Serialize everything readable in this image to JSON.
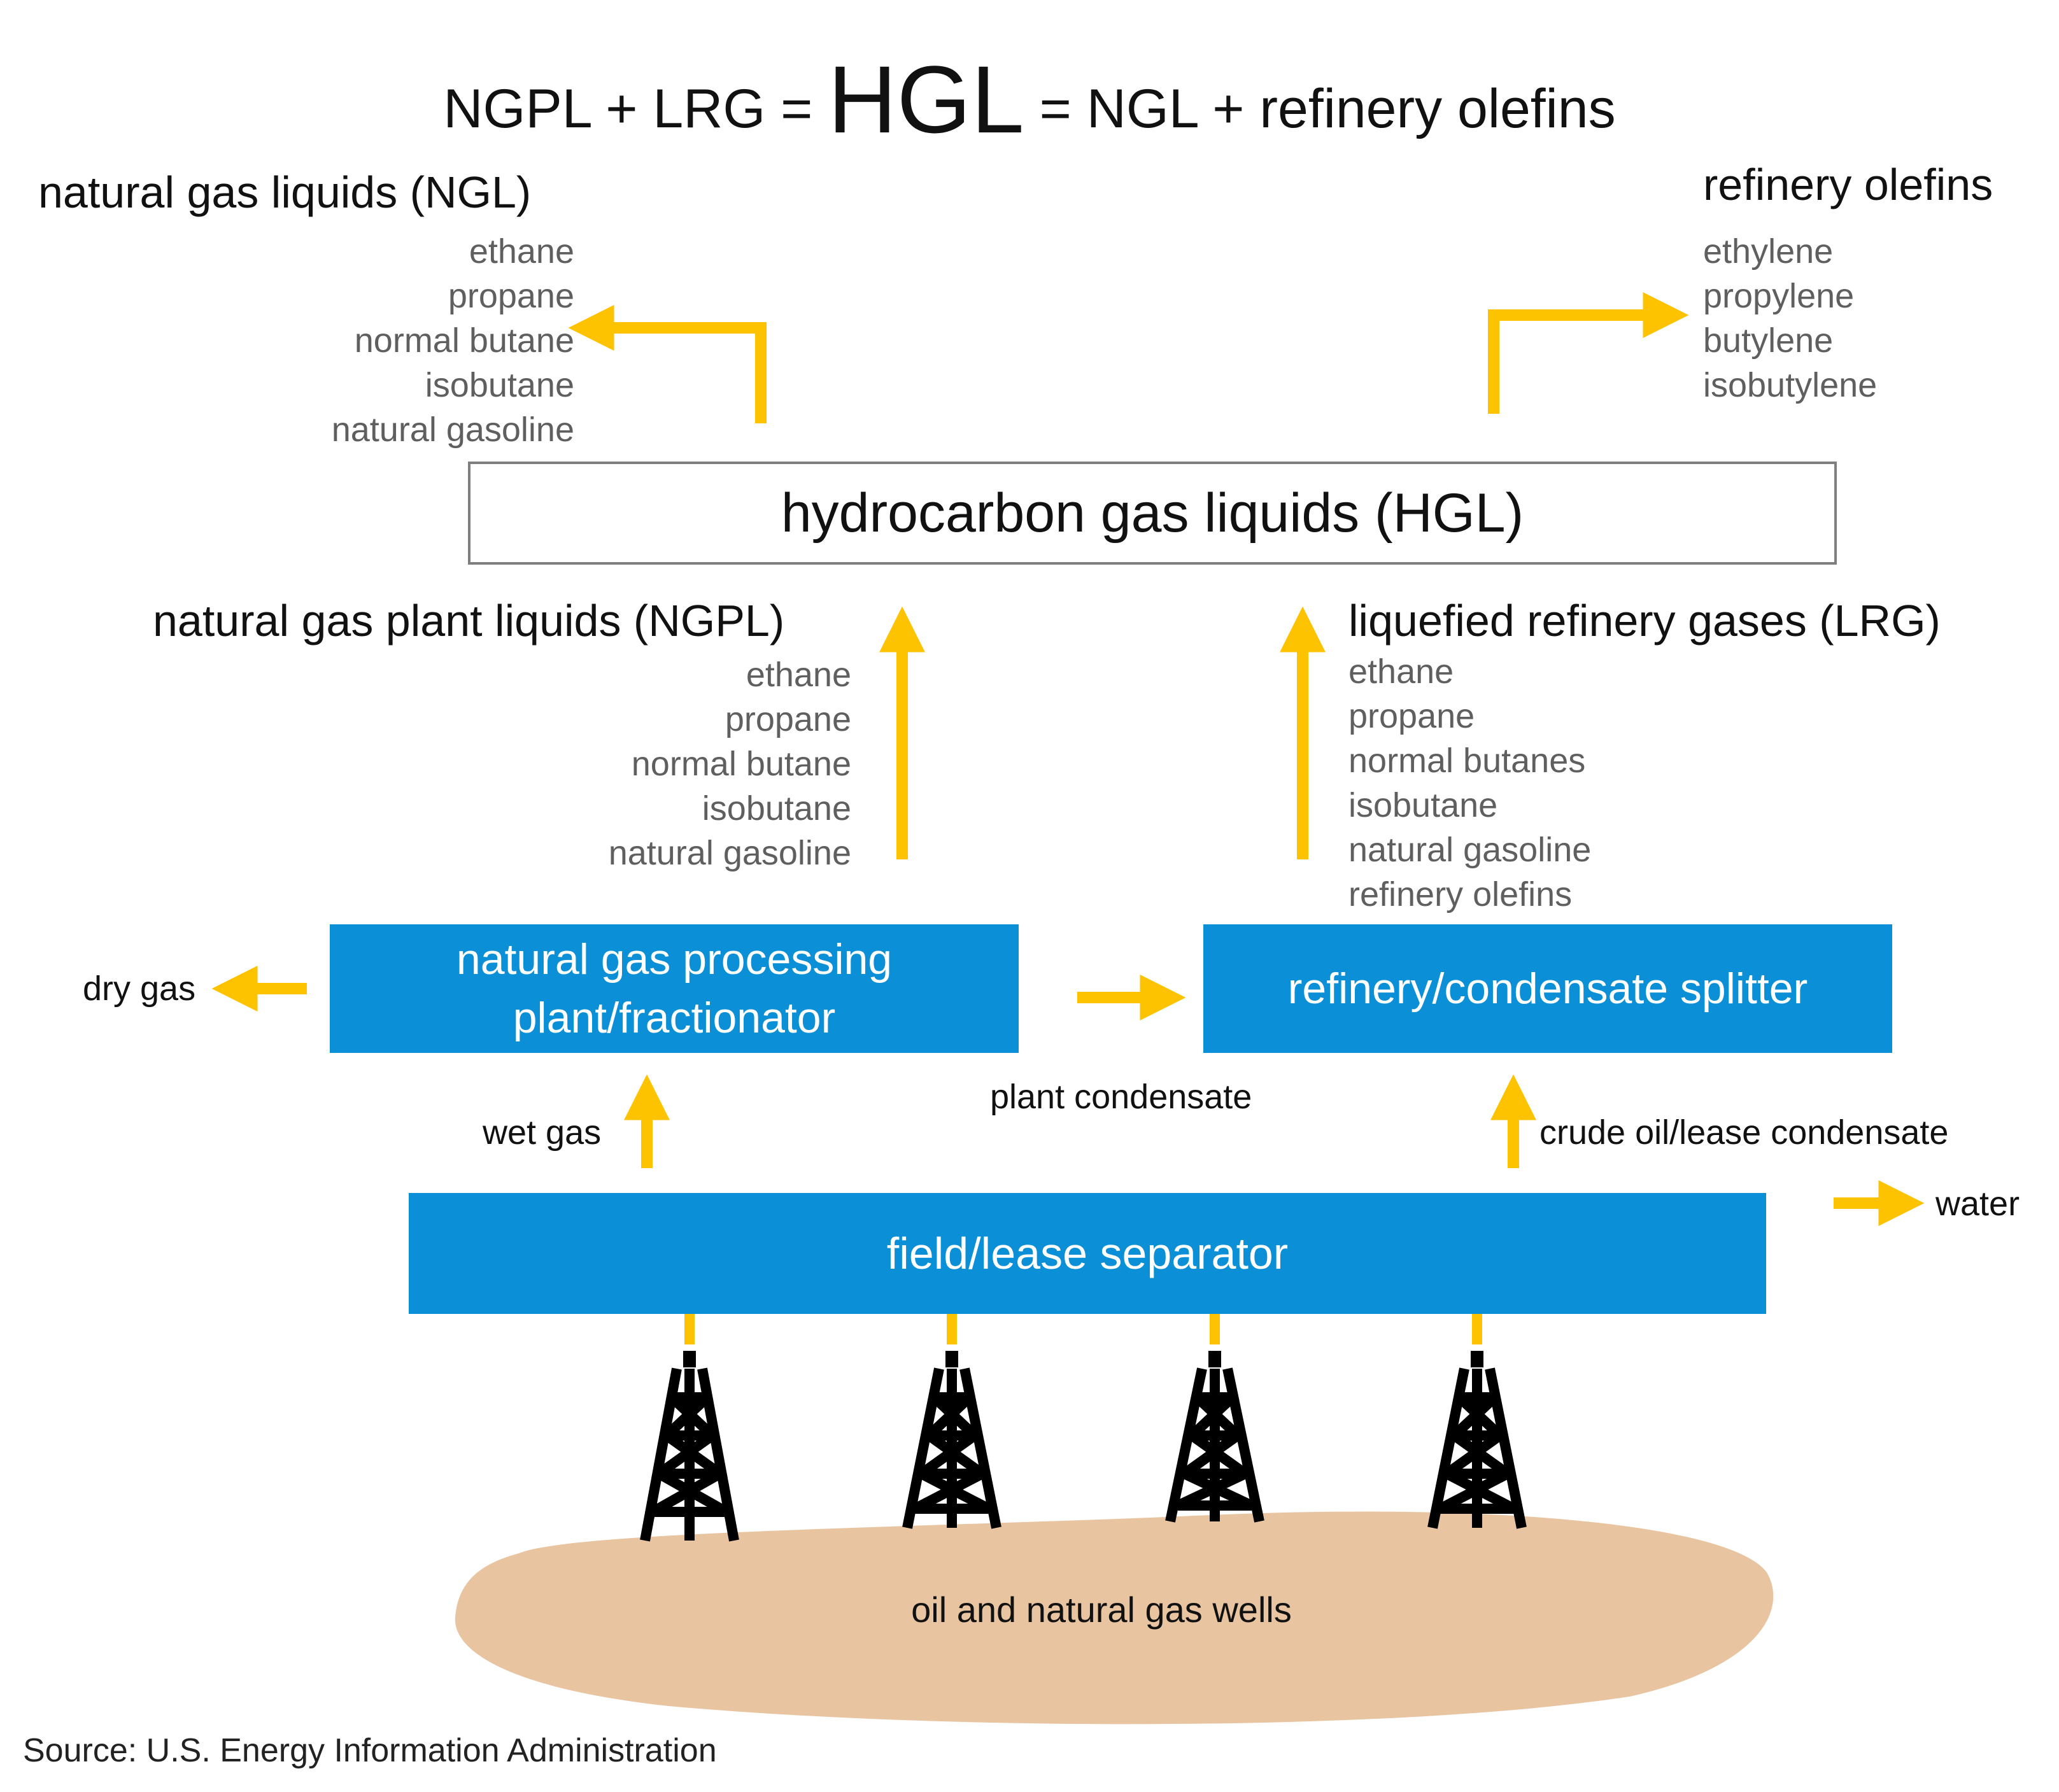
{
  "title": {
    "left": "NGPL + LRG =",
    "center": "HGL",
    "right": "= NGL + refinery olefins"
  },
  "ngl": {
    "heading": "natural  gas liquids (NGL)",
    "items": [
      "ethane",
      "propane",
      "normal butane",
      "isobutane",
      "natural gasoline"
    ]
  },
  "olefins": {
    "heading": "refinery olefins",
    "items": [
      "ethylene",
      "propylene",
      "butylene",
      "isobutylene"
    ]
  },
  "hgl_box": "hydrocarbon gas liquids (HGL)",
  "ngpl": {
    "heading": "natural  gas plant liquids (NGPL)",
    "items": [
      "ethane",
      "propane",
      "normal butane",
      "isobutane",
      "natural gasoline"
    ]
  },
  "lrg": {
    "heading": "liquefied refinery gases (LRG)",
    "items": [
      "ethane",
      "propane",
      "normal butanes",
      "isobutane",
      "natural gasoline",
      "refinery olefins"
    ]
  },
  "plant_box": {
    "line1": "natural  gas processing",
    "line2": "plant/fractionator"
  },
  "refinery_box": "refinery/condensate splitter",
  "separator_box": "field/lease separator",
  "labels": {
    "dry_gas": "dry gas",
    "plant_condensate": "plant condensate",
    "wet_gas": "wet gas",
    "crude_oil": "crude oil/lease condensate",
    "water": "water",
    "wells": "oil and natural gas wells"
  },
  "source": "Source: U.S. Energy Information  Administration",
  "colors": {
    "arrow": "#fdc200",
    "box_blue": "#0b8fd6",
    "wells_fill": "#e8c4a0",
    "list_text": "#5f5f5f"
  },
  "icons": [
    "oil-derrick-icon"
  ]
}
